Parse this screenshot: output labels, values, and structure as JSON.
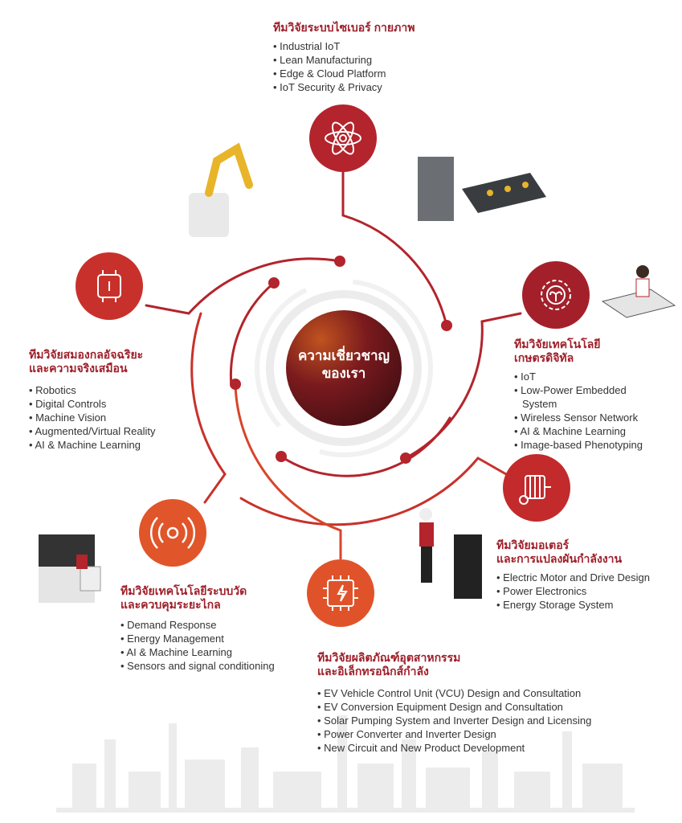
{
  "center": {
    "line1": "ความเชี่ยวชาญ",
    "line2": "ของเรา"
  },
  "colors": {
    "heading": "#9e1f2a",
    "red_dark": "#a3202a",
    "red": "#c0282d",
    "orange": "#e0552a",
    "ring": "#e6e6e6"
  },
  "teams": [
    {
      "id": "cps",
      "icon": "atom-icon",
      "title": [
        "ทีมวิจัยระบบไซเบอร์ กายภาพ"
      ],
      "items": [
        "Industrial IoT",
        "Lean Manufacturing",
        "Edge & Cloud Platform",
        "IoT Security & Privacy"
      ]
    },
    {
      "id": "ai",
      "icon": "robot-brain-icon",
      "title": [
        "ทีมวิจัยสมองกลอัจฉริยะ",
        "และความจริงเสมือน"
      ],
      "items": [
        "Robotics",
        "Digital Controls",
        "Machine Vision",
        "Augmented/Virtual Reality",
        "AI & Machine Learning"
      ]
    },
    {
      "id": "agri",
      "icon": "gear-leaf-icon",
      "title": [
        "ทีมวิจัยเทคโนโลยี",
        "เกษตรดิจิทัล"
      ],
      "items": [
        "IoT",
        "Low-Power Embedded System",
        "Wireless Sensor Network",
        "AI & Machine Learning",
        "Image-based Phenotyping"
      ]
    },
    {
      "id": "motor",
      "icon": "motor-icon",
      "title": [
        "ทีมวิจัยมอเตอร์",
        "และการแปลงผันกำลังงาน"
      ],
      "items": [
        "Electric Motor and Drive Design",
        "Power Electronics",
        "Energy Storage System"
      ]
    },
    {
      "id": "remote",
      "icon": "wireless-signal-icon",
      "title": [
        "ทีมวิจัยเทคโนโลยีระบบวัด",
        "และควบคุมระยะไกล"
      ],
      "items": [
        "Demand Response",
        "Energy Management",
        "AI & Machine Learning",
        "Sensors and signal conditioning"
      ]
    },
    {
      "id": "product",
      "icon": "chip-icon",
      "title": [
        "ทีมวิจัยผลิตภัณฑ์อุตสาหกรรม",
        "และอิเล็กทรอนิกส์กำลัง"
      ],
      "items": [
        "EV Vehicle Control Unit (VCU) Design and Consultation",
        "EV Conversion Equipment Design and Consultation",
        "Solar Pumping System and Inverter Design and Licensing",
        "Power Converter and Inverter Design",
        "New Circuit and New Product Development"
      ]
    }
  ]
}
